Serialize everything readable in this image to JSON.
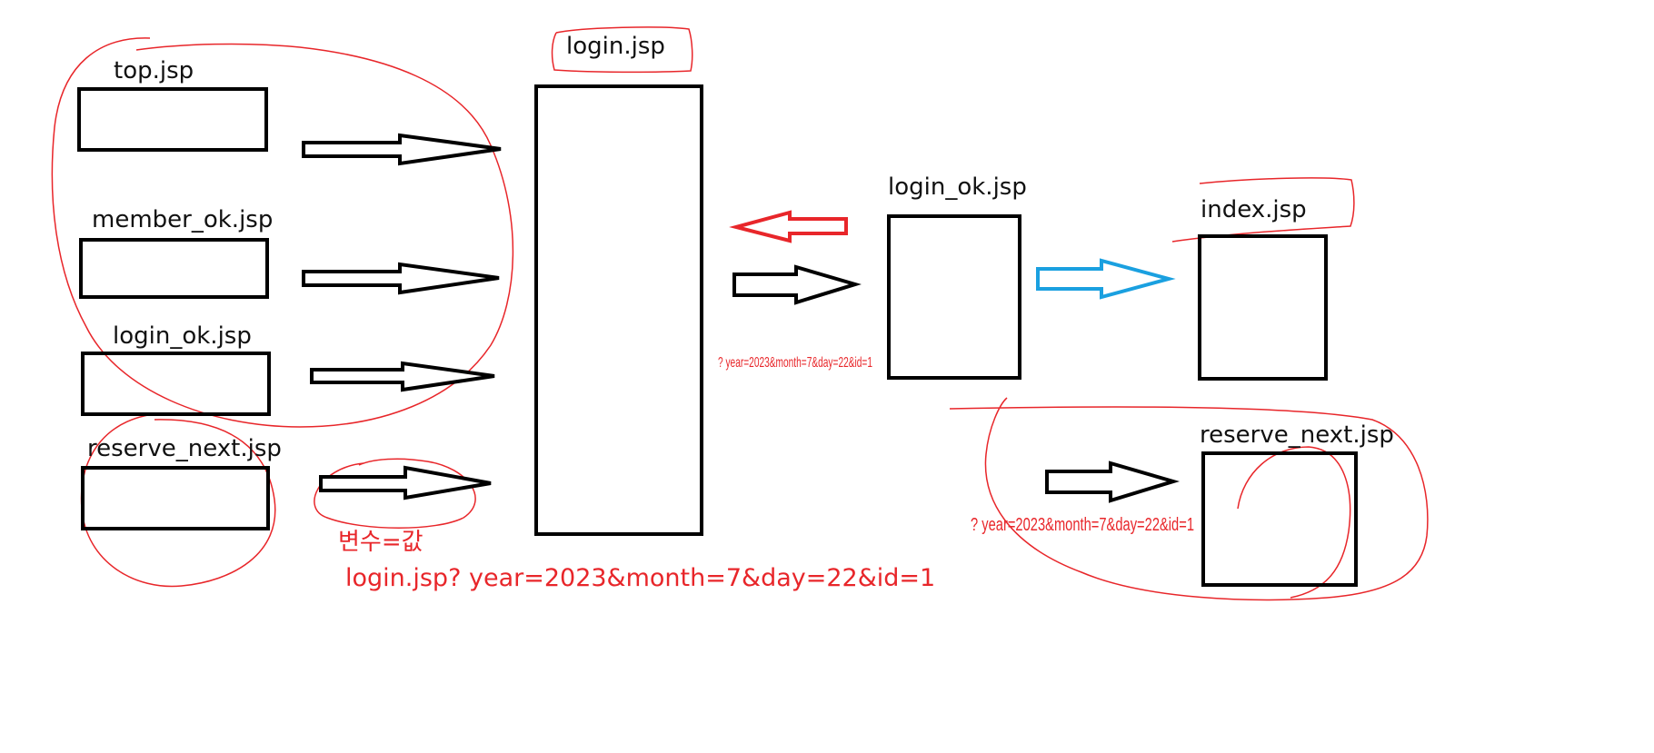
{
  "colors": {
    "ink": "#000000",
    "red": "#e8262a",
    "blue": "#1aa0e0"
  },
  "labels": {
    "top": "top.jsp",
    "member_ok": "member_ok.jsp",
    "login_ok_left": "login_ok.jsp",
    "reserve_next_left": "reserve_next.jsp",
    "login": "login.jsp",
    "login_ok_right": "login_ok.jsp",
    "index": "index.jsp",
    "reserve_next_right": "reserve_next.jsp"
  },
  "annotations": {
    "var_eq_val": "변수=값",
    "login_query": "login.jsp? year=2023&month=7&day=22&id=1",
    "query_mid": "? year=2023&month=7&day=22&id=1",
    "query_bottom": "? year=2023&month=7&day=22&id=1"
  }
}
